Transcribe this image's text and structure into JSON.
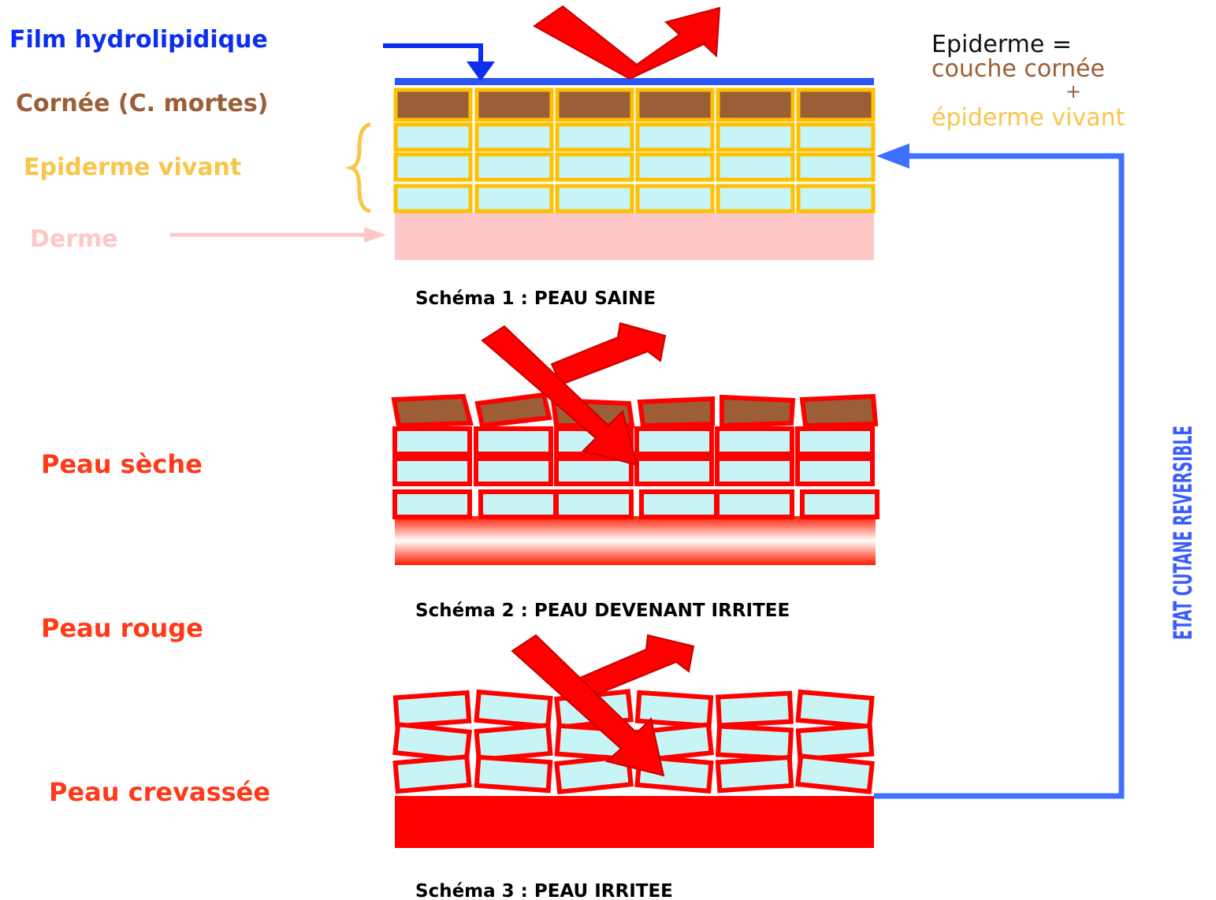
{
  "labels": {
    "film": "Film hydrolipidique",
    "cornee": "Cornée (C. mortes)",
    "epiderme_vivant": "Epiderme vivant",
    "derme": "Derme",
    "peau_seche": "Peau sèche",
    "peau_rouge": "Peau rouge",
    "peau_crevassee": "Peau crevassée"
  },
  "legend": {
    "line1": "Epiderme =",
    "line2": "couche cornée",
    "plus": "+",
    "line3": "épiderme vivant"
  },
  "captions": {
    "schema1": "Schéma 1 : PEAU SAINE",
    "schema2": "Schéma 2 : PEAU DEVENANT IRRITEE",
    "schema3": "Schéma 3 : PEAU IRRITEE"
  },
  "side_label": "ETAT CUTANE REVERSIBLE",
  "colors": {
    "film": "#0b2ef0",
    "cornee": "#9b5e36",
    "epiderme": "#f7c64a",
    "derme": "#ffc7c7",
    "irritation": "#ff0000",
    "cell_fill": "#c7f5f5",
    "cell_border_yellow": "#ffc000",
    "return_arrow": "#4070ff"
  }
}
